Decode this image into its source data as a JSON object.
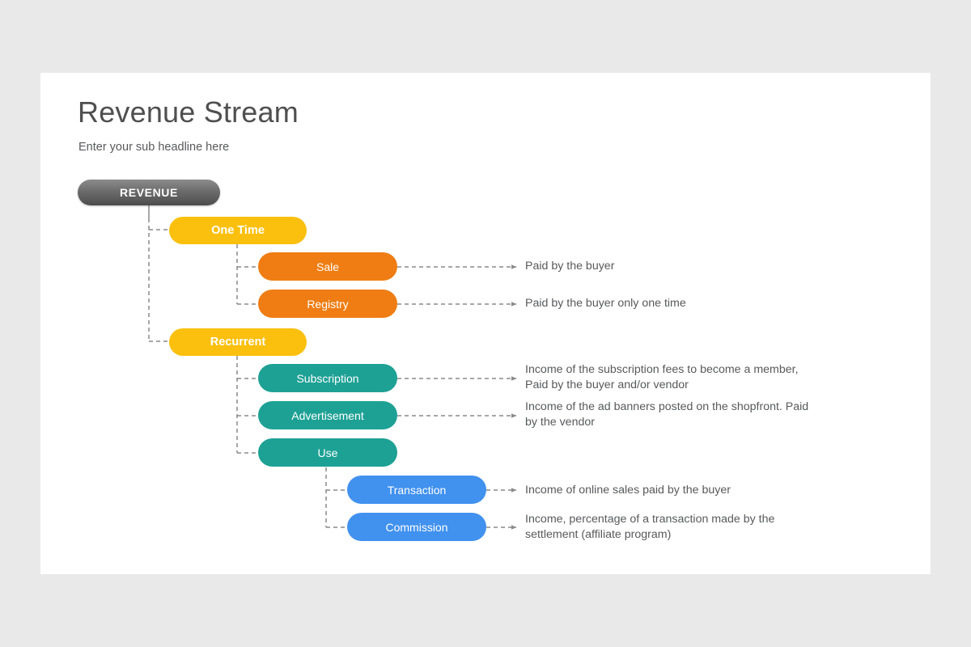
{
  "slide": {
    "title": "Revenue Stream",
    "subtitle": "Enter your sub headline here",
    "background_color": "#e9e9e9",
    "card_color": "#ffffff"
  },
  "palette": {
    "root_gray_light": "#8c8c8c",
    "root_gray_dark": "#4c4c4c",
    "level1_yellow": "#fbc00e",
    "level2_orange": "#ef7d13",
    "level2_teal": "#1ea195",
    "level3_blue": "#4191ef",
    "connector_gray": "#8a8a8a",
    "text_gray": "#58595b",
    "title_gray": "#4f4f4f"
  },
  "chart_data": {
    "type": "diagram",
    "title": "Revenue Stream",
    "root": "REVENUE",
    "nodes": [
      {
        "id": "revenue",
        "label": "REVENUE",
        "level": 0,
        "color": "#6e6e6e",
        "parent": null,
        "description": ""
      },
      {
        "id": "one-time",
        "label": "One Time",
        "level": 1,
        "color": "#fbc00e",
        "parent": "revenue",
        "description": ""
      },
      {
        "id": "sale",
        "label": "Sale",
        "level": 2,
        "color": "#ef7d13",
        "parent": "one-time",
        "description": "Paid by the buyer"
      },
      {
        "id": "registry",
        "label": "Registry",
        "level": 2,
        "color": "#ef7d13",
        "parent": "one-time",
        "description": "Paid by the buyer only one time"
      },
      {
        "id": "recurrent",
        "label": "Recurrent",
        "level": 1,
        "color": "#fbc00e",
        "parent": "revenue",
        "description": ""
      },
      {
        "id": "subscription",
        "label": "Subscription",
        "level": 2,
        "color": "#1ea195",
        "parent": "recurrent",
        "description": "Income of the subscription fees to become a member, Paid by the buyer and/or vendor"
      },
      {
        "id": "advertisement",
        "label": "Advertisement",
        "level": 2,
        "color": "#1ea195",
        "parent": "recurrent",
        "description": "Income of the ad banners posted on the shopfront. Paid by the vendor"
      },
      {
        "id": "use",
        "label": "Use",
        "level": 2,
        "color": "#1ea195",
        "parent": "recurrent",
        "description": ""
      },
      {
        "id": "transaction",
        "label": "Transaction",
        "level": 3,
        "color": "#4191ef",
        "parent": "use",
        "description": "Income of online sales paid by the buyer"
      },
      {
        "id": "commission",
        "label": "Commission",
        "level": 3,
        "color": "#4191ef",
        "parent": "use",
        "description": "Income, percentage of a transaction made by the settlement (affiliate program)"
      }
    ]
  },
  "nodes": {
    "revenue": {
      "label": "REVENUE"
    },
    "one_time": {
      "label": "One Time"
    },
    "sale": {
      "label": "Sale",
      "description": "Paid by the buyer"
    },
    "registry": {
      "label": "Registry",
      "description": "Paid by the buyer only one time"
    },
    "recurrent": {
      "label": "Recurrent"
    },
    "subscription": {
      "label": "Subscription",
      "description": "Income of the subscription fees to become a member,\nPaid by the buyer and/or vendor"
    },
    "advertisement": {
      "label": "Advertisement",
      "description": "Income of the ad banners posted on the shopfront. Paid\nby the vendor"
    },
    "use": {
      "label": "Use"
    },
    "transaction": {
      "label": "Transaction",
      "description": "Income of online sales paid by the buyer"
    },
    "commission": {
      "label": "Commission",
      "description": "Income, percentage of a transaction made by the\nsettlement (affiliate program)"
    }
  }
}
